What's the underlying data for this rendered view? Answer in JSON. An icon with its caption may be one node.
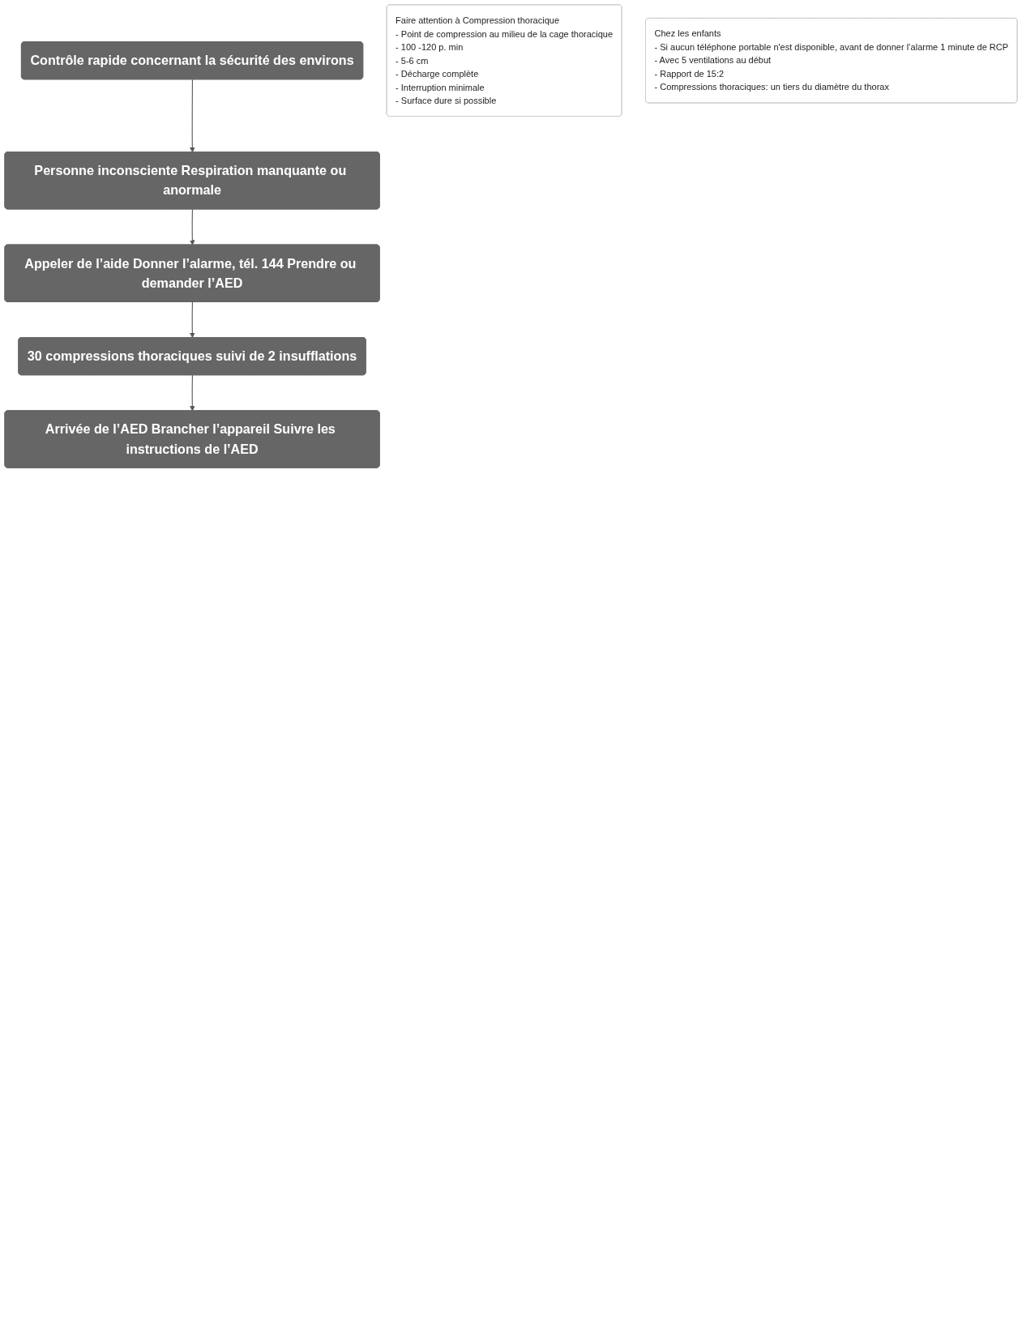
{
  "diagram": {
    "nodes": [
      {
        "text": [
          "Contrôle rapide concernant la sécurité des environs"
        ]
      },
      {
        "text": [
          "Personne inconsciente Respiration manquante ou anormale"
        ]
      },
      {
        "text": [
          "Appeler de l’aide Donner l’alarme, tél. 144 Prendre ou demander l’AED"
        ]
      },
      {
        "text": [
          "30 compressions thoraciques suivi de 2 insufflations"
        ]
      },
      {
        "text": [
          "Arrivée de l’AED Brancher l’appareil Suivre les instructions de l’AED"
        ]
      },
      {
        "text": [
          "Faire attention à Compression thoracique",
          "- Point de compression au milieu de la cage thoracique",
          "- 100 -120 p. min",
          "- 5-6 cm",
          "- Décharge complète",
          "- Interruption minimale",
          "- Surface dure si possible"
        ]
      },
      {
        "text": [
          "Chez les enfants",
          "- Si aucun téléphone portable n'est disponible, avant de donner l’alarme 1 minute de RCP",
          "- Avec 5 ventilations au début",
          "- Rapport de 15:2",
          "- Compressions thoraciques: un tiers du diamètre du thorax"
        ]
      }
    ],
    "edges": [
      {
        "from": 0,
        "to": 1,
        "arrow": "to"
      },
      {
        "from": 1,
        "to": 2,
        "arrow": "to"
      },
      {
        "from": 2,
        "to": 3,
        "arrow": "to"
      },
      {
        "from": 3,
        "to": 4,
        "arrow": "to"
      }
    ]
  }
}
